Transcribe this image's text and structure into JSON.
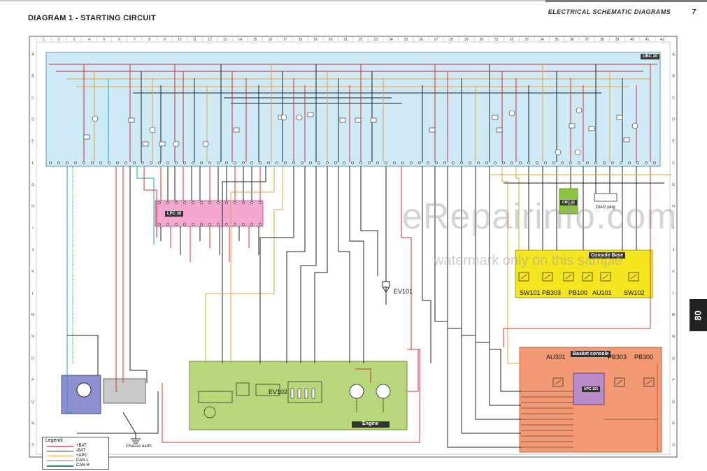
{
  "header": {
    "title": "DIAGRAM 1 - STARTING CIRCUIT",
    "section": "ELECTRICAL SCHEMATIC DIAGRAMS",
    "page": "7",
    "side_tab": "80"
  },
  "columns": [
    "1",
    "2",
    "3",
    "4",
    "5",
    "6",
    "7",
    "8",
    "9",
    "10",
    "11",
    "12",
    "13",
    "14",
    "15",
    "16",
    "17",
    "18",
    "19",
    "20",
    "21",
    "22",
    "23",
    "24",
    "25",
    "26",
    "27",
    "28",
    "29",
    "30",
    "31",
    "32",
    "33",
    "34",
    "35",
    "36",
    "37",
    "38",
    "39",
    "40",
    "41",
    "42"
  ],
  "rows": [
    "A",
    "B",
    "C",
    "D",
    "E",
    "F",
    "G",
    "H",
    "I",
    "J",
    "K",
    "L",
    "M",
    "N",
    "O",
    "P",
    "Q",
    "R",
    "S"
  ],
  "modules": {
    "ubc": "UBC 20",
    "lpc": "LPC 30",
    "cbc": "CBC 20",
    "diag": "DIAG plug",
    "console": "Console Base",
    "basket": "Basket console",
    "upc": "UPC 101",
    "engine": "Engine"
  },
  "components": {
    "ev101": "EV101",
    "ev102": "EV102",
    "sw101": "SW101",
    "pb303": "PB303",
    "pb100": "PB100",
    "au101": "AU101",
    "sw102": "SW102",
    "au301": "AU301",
    "pb303b": "PB303",
    "pb300": "PB300",
    "chassis_earth": "Chassis earth"
  },
  "legend": {
    "title": "Legend:",
    "items": [
      {
        "label": "+BAT",
        "color": "#d32f2f"
      },
      {
        "label": "-BAT",
        "color": "#333333"
      },
      {
        "label": "+APC",
        "color": "#e6a23c"
      },
      {
        "label": "CAN L",
        "color": "#1f9fbf"
      },
      {
        "label": "CAN H",
        "color": "#2e8b57"
      }
    ]
  },
  "watermark": {
    "main": "eRepairinfo.com",
    "sub": "watermark only on this sample"
  },
  "colors": {
    "ubc_fill": "#cdeaf6",
    "lpc_fill": "#f3a7d0",
    "cbc_fill": "#8cc63f",
    "console_fill": "#f5e51e",
    "basket_fill": "#f39a74",
    "engine_fill": "#b7d77a",
    "starter_fill": "#8e8fd0",
    "battery_fill": "#c9c9c9",
    "wire_red": "#d32f2f",
    "wire_black": "#222222",
    "wire_orange": "#e6a23c",
    "wire_cyan": "#1f9fbf"
  }
}
